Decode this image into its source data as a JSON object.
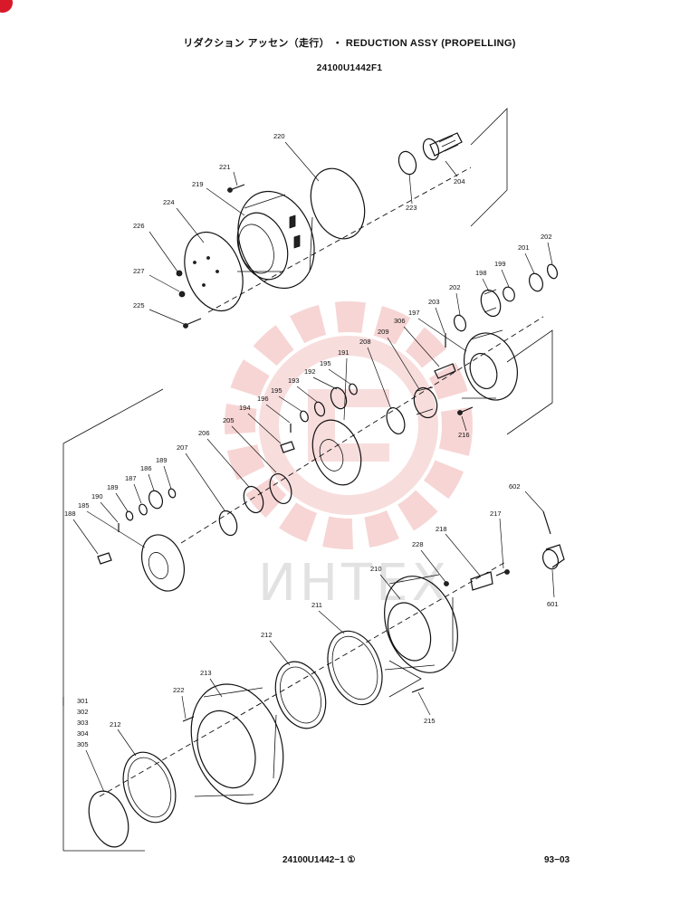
{
  "header": {
    "title": "リダクション アッセン（走行） ・ REDUCTION ASSY (PROPELLING)",
    "drawing_number": "24100U1442F1"
  },
  "footer": {
    "code": "24100U1442−1 ①",
    "page": "93−03"
  },
  "watermark": {
    "text": "ИНТЕХ",
    "color": "#f2b3b3"
  },
  "part_labels": [
    "220",
    "221",
    "219",
    "224",
    "226",
    "227",
    "225",
    "223",
    "204",
    "201",
    "202",
    "199",
    "198",
    "202",
    "203",
    "197",
    "306",
    "209",
    "208",
    "191",
    "195",
    "192",
    "193",
    "195",
    "196",
    "194",
    "205",
    "206",
    "207",
    "189",
    "186",
    "187",
    "189",
    "190",
    "185",
    "188",
    "216",
    "602",
    "217",
    "218",
    "228",
    "210",
    "601",
    "211",
    "212",
    "213",
    "222",
    "215",
    "212",
    "301",
    "302",
    "303",
    "304",
    "305"
  ]
}
